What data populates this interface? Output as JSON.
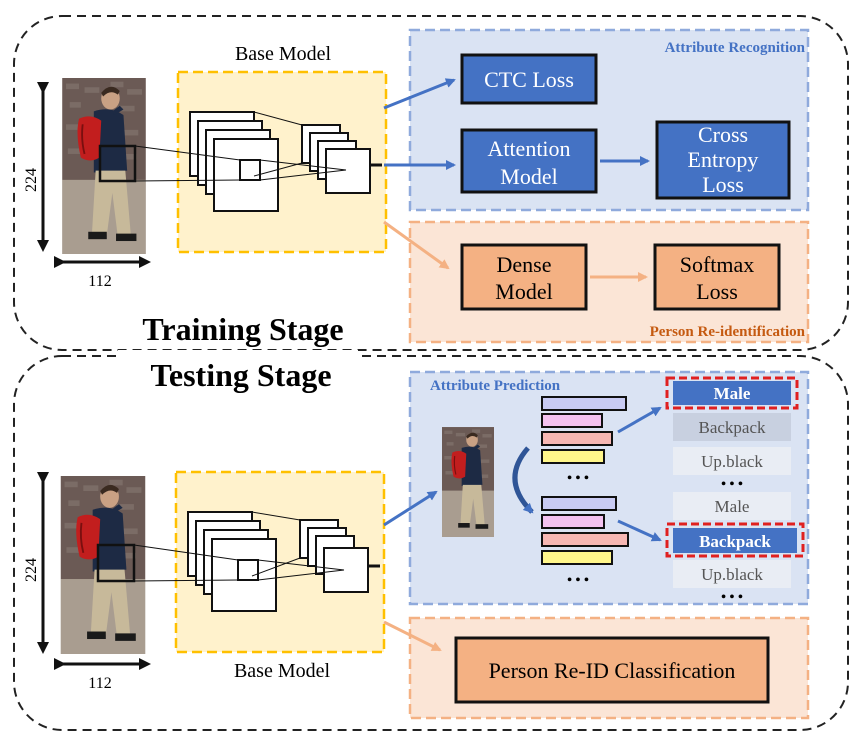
{
  "training": {
    "stage_label": "Training Stage",
    "base_model_label": "Base Model",
    "height_label": "224",
    "width_label": "112",
    "attribute_panel_label": "Attribute Recognition",
    "ctc_loss_label": "CTC Loss",
    "attention_model_line1": "Attention",
    "attention_model_line2": "Model",
    "cross_entropy_line1": "Cross",
    "cross_entropy_line2": "Entropy",
    "cross_entropy_line3": "Loss",
    "reid_panel_label": "Person Re-identification",
    "dense_model_line1": "Dense",
    "dense_model_line2": "Model",
    "softmax_line1": "Softmax",
    "softmax_line2": "Loss"
  },
  "testing": {
    "stage_label": "Testing Stage",
    "base_model_label": "Base Model",
    "height_label": "224",
    "width_label": "112",
    "prediction_panel_label": "Attribute Prediction",
    "ellipsis": "• • •",
    "list1": [
      "Male",
      "Backpack",
      "Up.black"
    ],
    "list2": [
      "Male",
      "Backpack",
      "Up.black"
    ],
    "reid_classification_label": "Person Re-ID Classification"
  },
  "colors": {
    "blue_box": "#4472C4",
    "blue_panel": "#DAE3F3",
    "orange_box": "#F4B183",
    "orange_panel": "#FBE5D6",
    "yellow_panel": "#FFF2CC",
    "yellow_dash": "#FFC000",
    "red_dash": "#E02020"
  }
}
